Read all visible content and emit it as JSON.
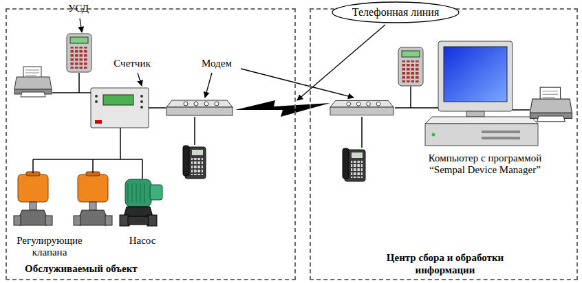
{
  "diagram": {
    "nodes": [
      {
        "text": [
          "Обслуживаемый объект"
        ]
      },
      {
        "text": [
          "Центр сбора и обработки информации"
        ]
      },
      {
        "text": [
          "Телефонная линия"
        ]
      }
    ],
    "labels": [
      "УСД",
      "Счетчик",
      "Модем",
      "Регулирующие клапана",
      "Насос",
      "Компьютер с программой “Sempal Device Manager”"
    ]
  }
}
